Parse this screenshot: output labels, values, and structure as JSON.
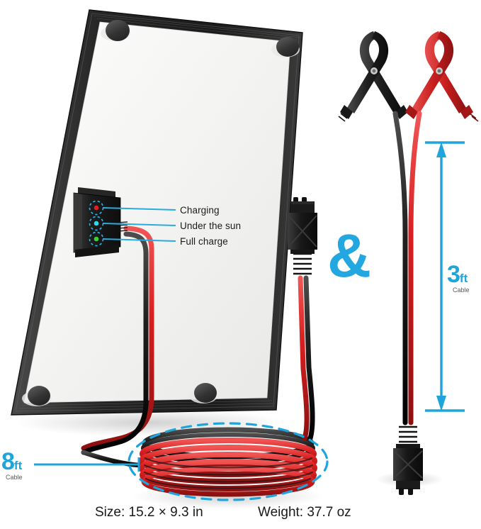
{
  "product": {
    "type": "solar-trickle-charger-infographic",
    "background_color": "#ffffff",
    "accent_color": "#1fa5dc"
  },
  "panel": {
    "name": "solar-panel-back",
    "frame_color": "#2a2a2a",
    "backsheet_color": "#f2f2f0",
    "suction_cup_color": "#3a3a3a",
    "suction_cup_count": 4
  },
  "junction_box": {
    "name": "junction-box",
    "body_color": "#1c1c1c",
    "leds": [
      {
        "id": "led-charging",
        "label": "Charging",
        "color": "#e02020"
      },
      {
        "id": "led-under-the-sun",
        "label": "Under the sun",
        "color": "#2fd8e8"
      },
      {
        "id": "led-full-charge",
        "label": "Full charge",
        "color": "#35d335"
      }
    ],
    "ring_color": "#29aee0"
  },
  "cables": {
    "panel_cable": {
      "name": "panel-cable",
      "length_value": "8",
      "length_unit": "ft",
      "caption": "Cable",
      "positive_color": "#d81f1f",
      "negative_color": "#1a1a1a"
    },
    "clamp_cable": {
      "name": "clamp-cable",
      "length_value": "3",
      "length_unit": "ft",
      "caption": "Cable",
      "positive_color": "#d81f1f",
      "negative_color": "#1a1a1a"
    }
  },
  "clamps": {
    "name": "battery-clamps",
    "negative_color": "#232323",
    "positive_color": "#cf2222"
  },
  "connectors": {
    "panel_sae": {
      "name": "sae-connector-panel",
      "color": "#1c1c1c"
    },
    "clamp_sae": {
      "name": "sae-connector-clamp",
      "color": "#1c1c1c"
    }
  },
  "conjunction": {
    "symbol": "&"
  },
  "specs": {
    "size": "Size: 15.2 × 9.3 in",
    "weight": "Weight: 37.7 oz"
  }
}
